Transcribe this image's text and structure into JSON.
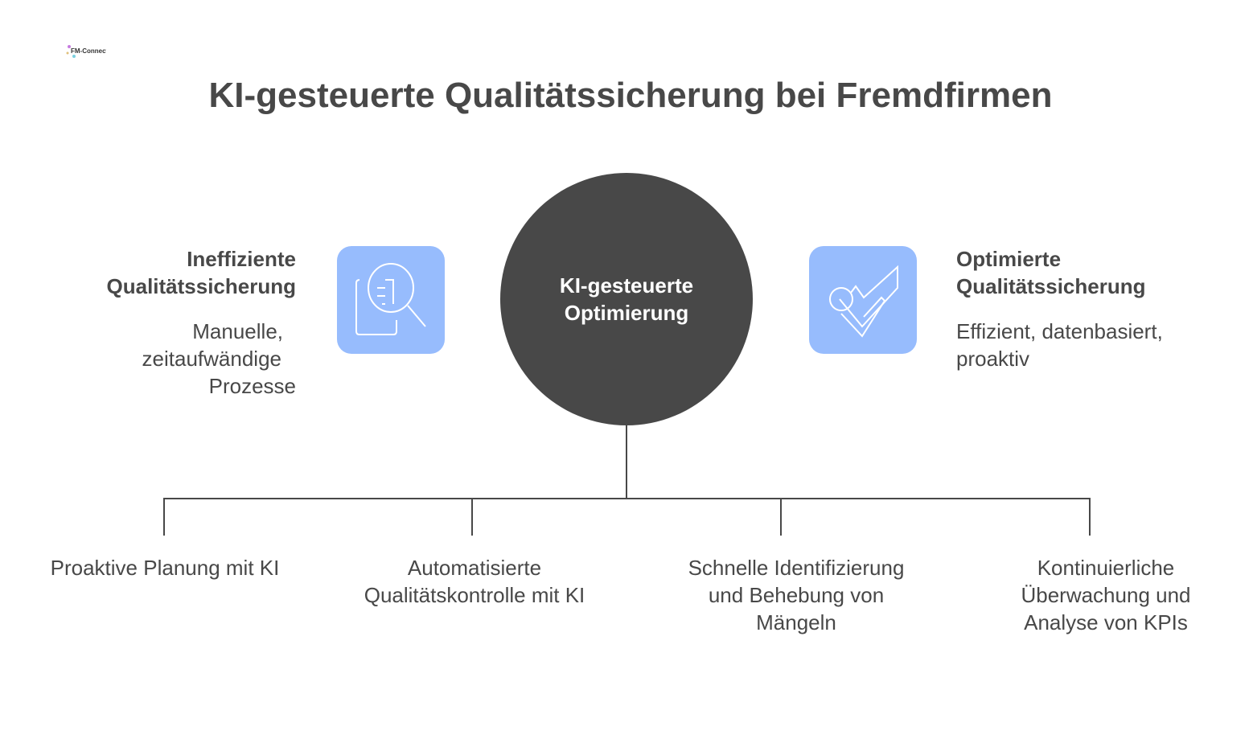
{
  "logo": {
    "text": "FM-Connect.com"
  },
  "title": "KI-gesteuerte Qualitätssicherung bei Fremdfirmen",
  "left": {
    "heading_line1": "Ineffiziente",
    "heading_line2": "Qualitätssicherung",
    "desc_line1": "Manuelle,",
    "desc_line2": "zeitaufwändige",
    "desc_line3": "Prozesse",
    "icon": "document-search-icon"
  },
  "center": {
    "line1": "KI-gesteuerte",
    "line2": "Optimierung"
  },
  "right": {
    "heading_line1": "Optimierte",
    "heading_line2": "Qualitätssicherung",
    "desc_line1": "Effizient, datenbasiert,",
    "desc_line2": "proaktiv",
    "icon": "checkmark-icon"
  },
  "colors": {
    "tile": "#97bcfd",
    "circle": "#484848"
  },
  "branches": [
    {
      "label": "Proaktive Planung mit KI"
    },
    {
      "label": "Automatisierte Qualitätskontrolle mit KI"
    },
    {
      "label": "Schnelle Identifizierung und Behebung von Mängeln"
    },
    {
      "label": "Kontinuierliche Überwachung und Analyse von KPIs"
    }
  ]
}
